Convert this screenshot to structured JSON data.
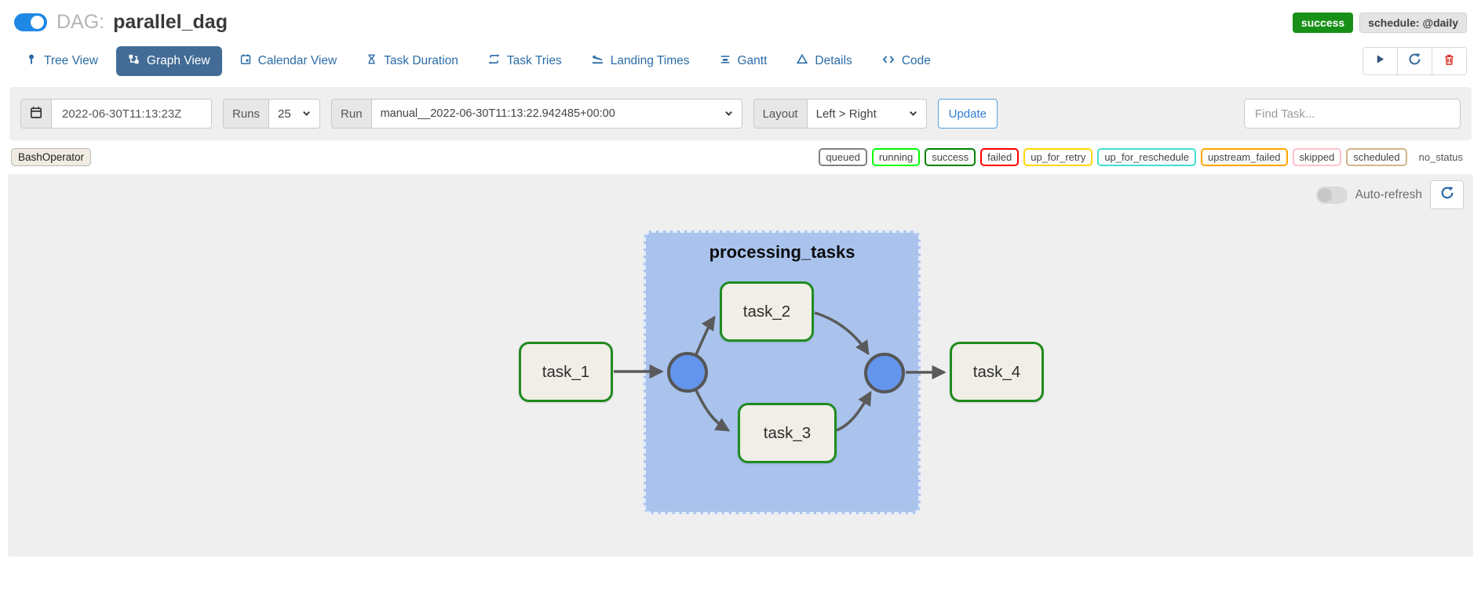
{
  "header": {
    "dag_prefix": "DAG:",
    "dag_name": "parallel_dag",
    "status_badge": "success",
    "schedule_badge": "schedule: @daily"
  },
  "tabs": [
    {
      "label": "Tree View",
      "icon": "pin-icon",
      "active": false
    },
    {
      "label": "Graph View",
      "icon": "graph-icon",
      "active": true
    },
    {
      "label": "Calendar View",
      "icon": "calendar-icon",
      "active": false
    },
    {
      "label": "Task Duration",
      "icon": "hourglass-icon",
      "active": false
    },
    {
      "label": "Task Tries",
      "icon": "repeat-icon",
      "active": false
    },
    {
      "label": "Landing Times",
      "icon": "plane-landing-icon",
      "active": false
    },
    {
      "label": "Gantt",
      "icon": "gantt-icon",
      "active": false
    },
    {
      "label": "Details",
      "icon": "triangle-icon",
      "active": false
    },
    {
      "label": "Code",
      "icon": "code-icon",
      "active": false
    }
  ],
  "filter_bar": {
    "base_date": "2022-06-30T11:13:23Z",
    "runs_label": "Runs",
    "runs_value": "25",
    "run_label": "Run",
    "run_value": "manual__2022-06-30T11:13:22.942485+00:00",
    "layout_label": "Layout",
    "layout_value": "Left > Right",
    "update_label": "Update",
    "find_task_placeholder": "Find Task..."
  },
  "legend": {
    "operator": "BashOperator",
    "statuses": [
      {
        "label": "queued",
        "border": "#808080"
      },
      {
        "label": "running",
        "border": "#00ff00"
      },
      {
        "label": "success",
        "border": "#008000"
      },
      {
        "label": "failed",
        "border": "#ff0000"
      },
      {
        "label": "up_for_retry",
        "border": "#ffd700"
      },
      {
        "label": "up_for_reschedule",
        "border": "#40e0d0"
      },
      {
        "label": "upstream_failed",
        "border": "#ffa500"
      },
      {
        "label": "skipped",
        "border": "#ffc0cb"
      },
      {
        "label": "scheduled",
        "border": "#d2b48c"
      },
      {
        "label": "no_status",
        "border": "transparent"
      }
    ]
  },
  "graph": {
    "auto_refresh_label": "Auto-refresh",
    "group_label": "processing_tasks",
    "tasks": [
      "task_1",
      "task_2",
      "task_3",
      "task_4"
    ],
    "edges": [
      [
        "task_1",
        "join_in"
      ],
      [
        "join_in",
        "task_2"
      ],
      [
        "join_in",
        "task_3"
      ],
      [
        "task_2",
        "join_out"
      ],
      [
        "task_3",
        "join_out"
      ],
      [
        "join_out",
        "task_4"
      ]
    ]
  },
  "colors": {
    "active_tab": "#426c95",
    "link_blue": "#2b6ca8",
    "success_green": "#169016",
    "group_fill": "#a9c3ed",
    "node_fill": "#f0eee6",
    "node_border": "#1f8b1f",
    "join_fill": "#6495ed",
    "edge": "#5a5a5a",
    "toggle_on": "#1e88e5"
  }
}
